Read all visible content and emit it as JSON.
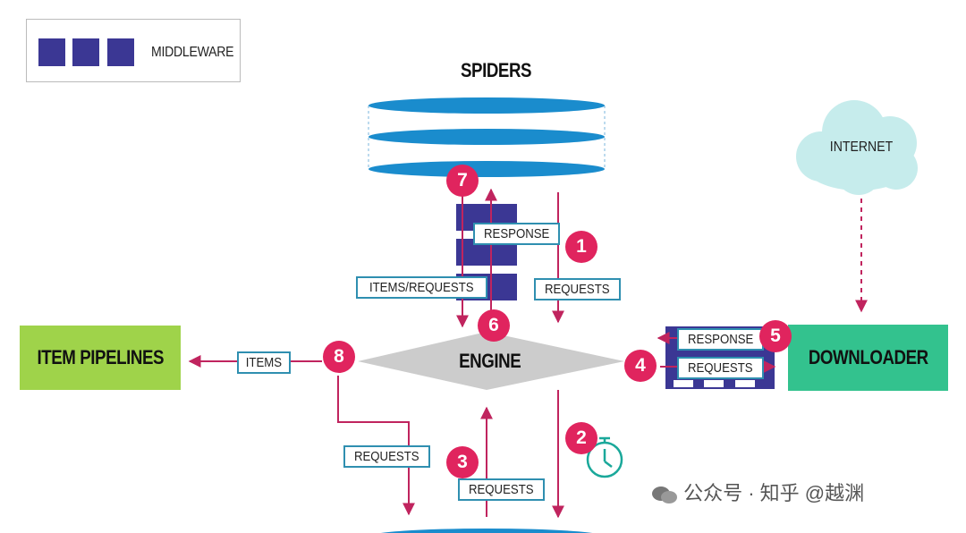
{
  "legend": {
    "label": "MIDDLEWARE"
  },
  "components": {
    "spiders": "SPIDERS",
    "engine": "ENGINE",
    "item_pipelines": "ITEM PIPELINES",
    "downloader": "DOWNLOADER",
    "internet": "INTERNET"
  },
  "flow_labels": {
    "response_top": "RESPONSE",
    "items_requests": "ITEMS/REQUESTS",
    "requests_1": "REQUESTS",
    "items": "ITEMS",
    "response_right": "RESPONSE",
    "requests_right": "REQUESTS",
    "requests_bottom_left": "REQUESTS",
    "requests_bottom_mid": "REQUESTS"
  },
  "steps": [
    "1",
    "2",
    "3",
    "4",
    "5",
    "6",
    "7",
    "8"
  ],
  "watermark": "公众号 · 知乎 @越渊",
  "colors": {
    "middleware": "#3b3794",
    "step_badge": "#e0245e",
    "arrow": "#c0245e",
    "spiders_disc": "#1a8ccd",
    "item_pipelines": "#9fd34a",
    "downloader": "#33c28e",
    "internet_cloud": "#c6ecec",
    "engine": "#cccccc"
  }
}
